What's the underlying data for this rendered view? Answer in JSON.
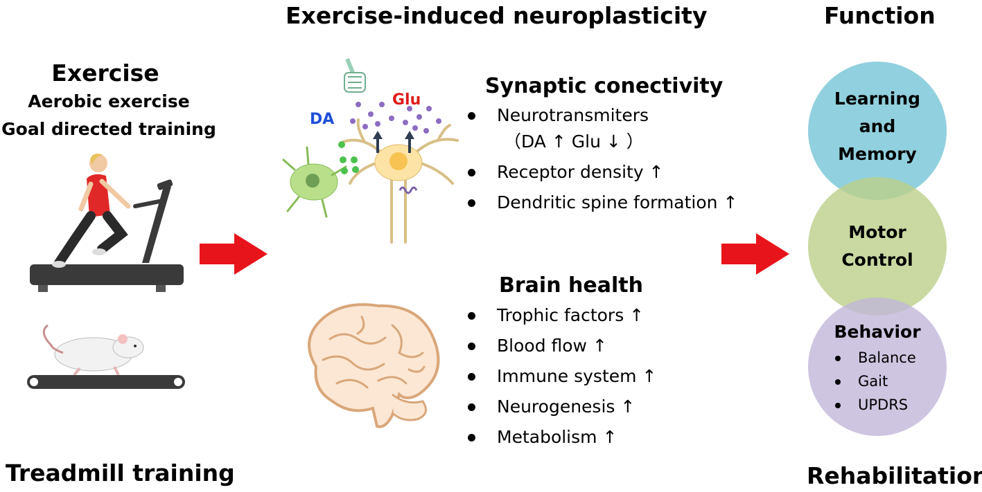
{
  "header": {
    "center_title": "Exercise-induced neuroplasticity",
    "right_title": "Function"
  },
  "exercise": {
    "title": "Exercise",
    "line1": "Aerobic exercise",
    "line2": "Goal directed training",
    "bottom_label": "Treadmill training"
  },
  "neuron_labels": {
    "da": "DA",
    "glu": "Glu"
  },
  "synaptic": {
    "title": "Synaptic conectivity",
    "items": [
      "Neurotransmiters",
      "（DA ↑ Glu ↓ ）",
      "Receptor density ↑",
      "Dendritic spine formation ↑"
    ]
  },
  "brain_health": {
    "title": "Brain health",
    "items": [
      "Trophic factors ↑",
      "Blood flow ↑",
      "Immune system ↑",
      "Neurogenesis ↑",
      "Metabolism ↑"
    ]
  },
  "function": {
    "circles": [
      {
        "label": "Learning\nand\nMemory",
        "color": "#7ec8d8"
      },
      {
        "label": "Motor\nControl",
        "color": "#bcd08a"
      },
      {
        "label": "Behavior",
        "color": "#c2b6d9"
      }
    ],
    "behavior_items": [
      "Balance",
      "Gait",
      "UPDRS"
    ],
    "bottom_label": "Rehabilitation"
  },
  "colors": {
    "arrow": "#e8141b",
    "da": "#1f4fd8",
    "glu": "#e01b1b"
  }
}
